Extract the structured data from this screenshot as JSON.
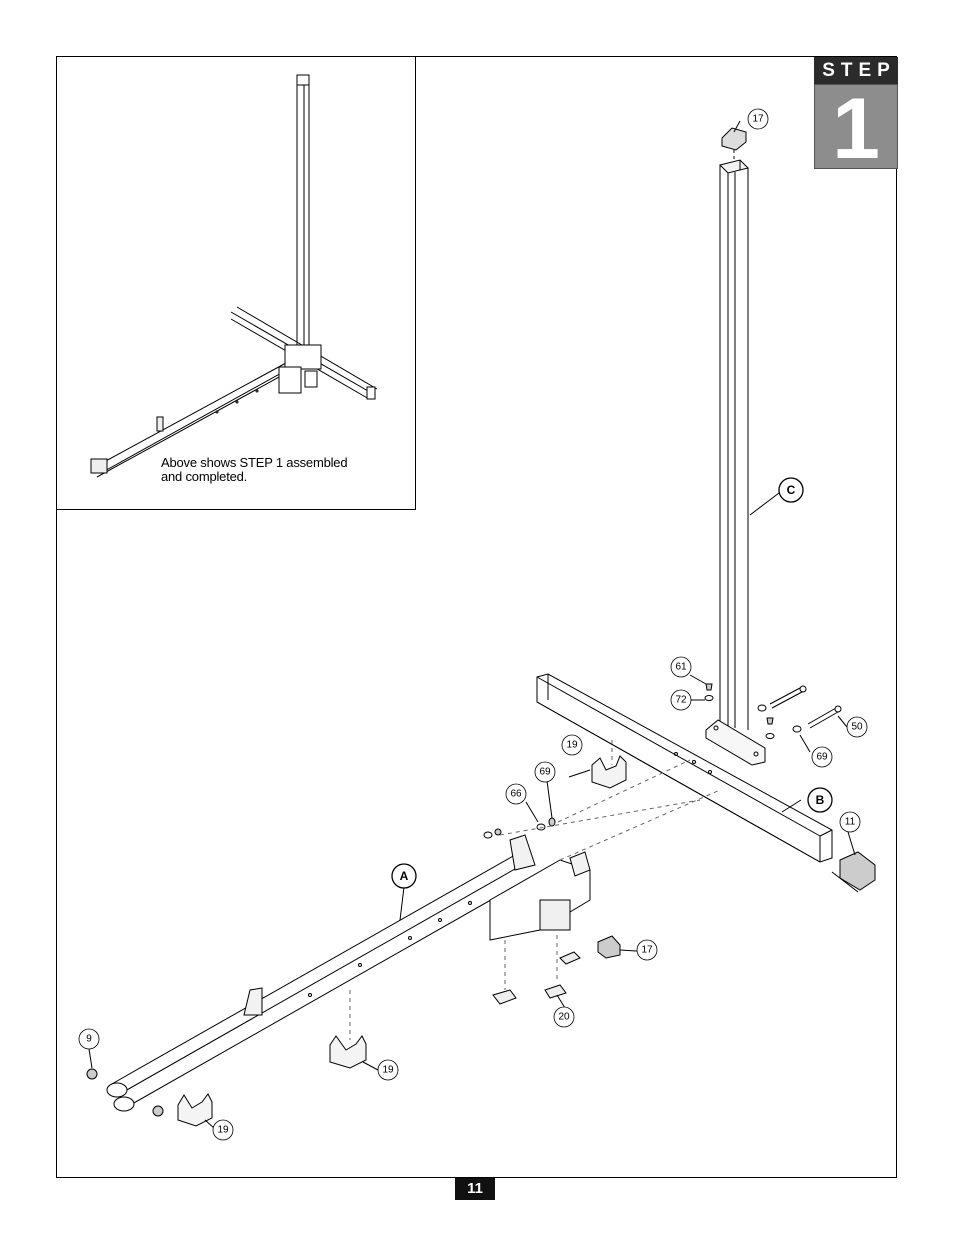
{
  "step": {
    "label": "STEP",
    "number": "1"
  },
  "inset": {
    "caption_line1": "Above shows STEP 1 assembled",
    "caption_line2": "and completed."
  },
  "page": {
    "number": "11"
  },
  "callouts": {
    "c17_top": "17",
    "c61": "61",
    "c72": "72",
    "c50": "50",
    "c69_right": "69",
    "c19_upper": "19",
    "c69_mid": "69",
    "c66": "66",
    "c11": "11",
    "c17_mid": "17",
    "c20": "20",
    "c9": "9",
    "c19_mid": "19",
    "c19_low": "19"
  },
  "parts": {
    "A": "A",
    "B": "B",
    "C": "C"
  }
}
